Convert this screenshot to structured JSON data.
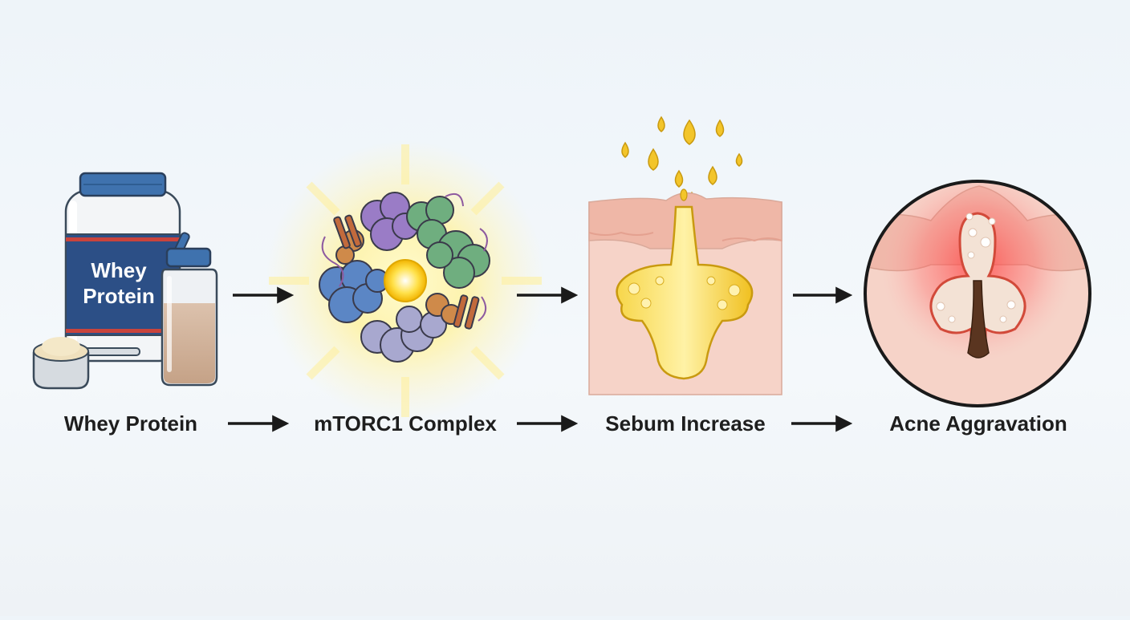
{
  "steps": [
    {
      "label": "Whey Protein",
      "icon": "whey-protein-jar-icon"
    },
    {
      "label": "mTORC1 Complex",
      "icon": "mtorc1-complex-icon"
    },
    {
      "label": "Sebum Increase",
      "icon": "sebum-gland-icon"
    },
    {
      "label": "Acne Aggravation",
      "icon": "inflamed-pore-icon"
    }
  ],
  "jar_text": {
    "line1": "Whey",
    "line2": "Protein"
  },
  "colors": {
    "arrow": "#1a1a1a",
    "jar_lid": "#3f72ae",
    "jar_label": "#2c4f86",
    "jar_stripe": "#c9443c",
    "sebum": "#f3c52a",
    "skin": "#f6d3c8",
    "inflammation": "#e63b3b",
    "hair": "#5a3520"
  }
}
